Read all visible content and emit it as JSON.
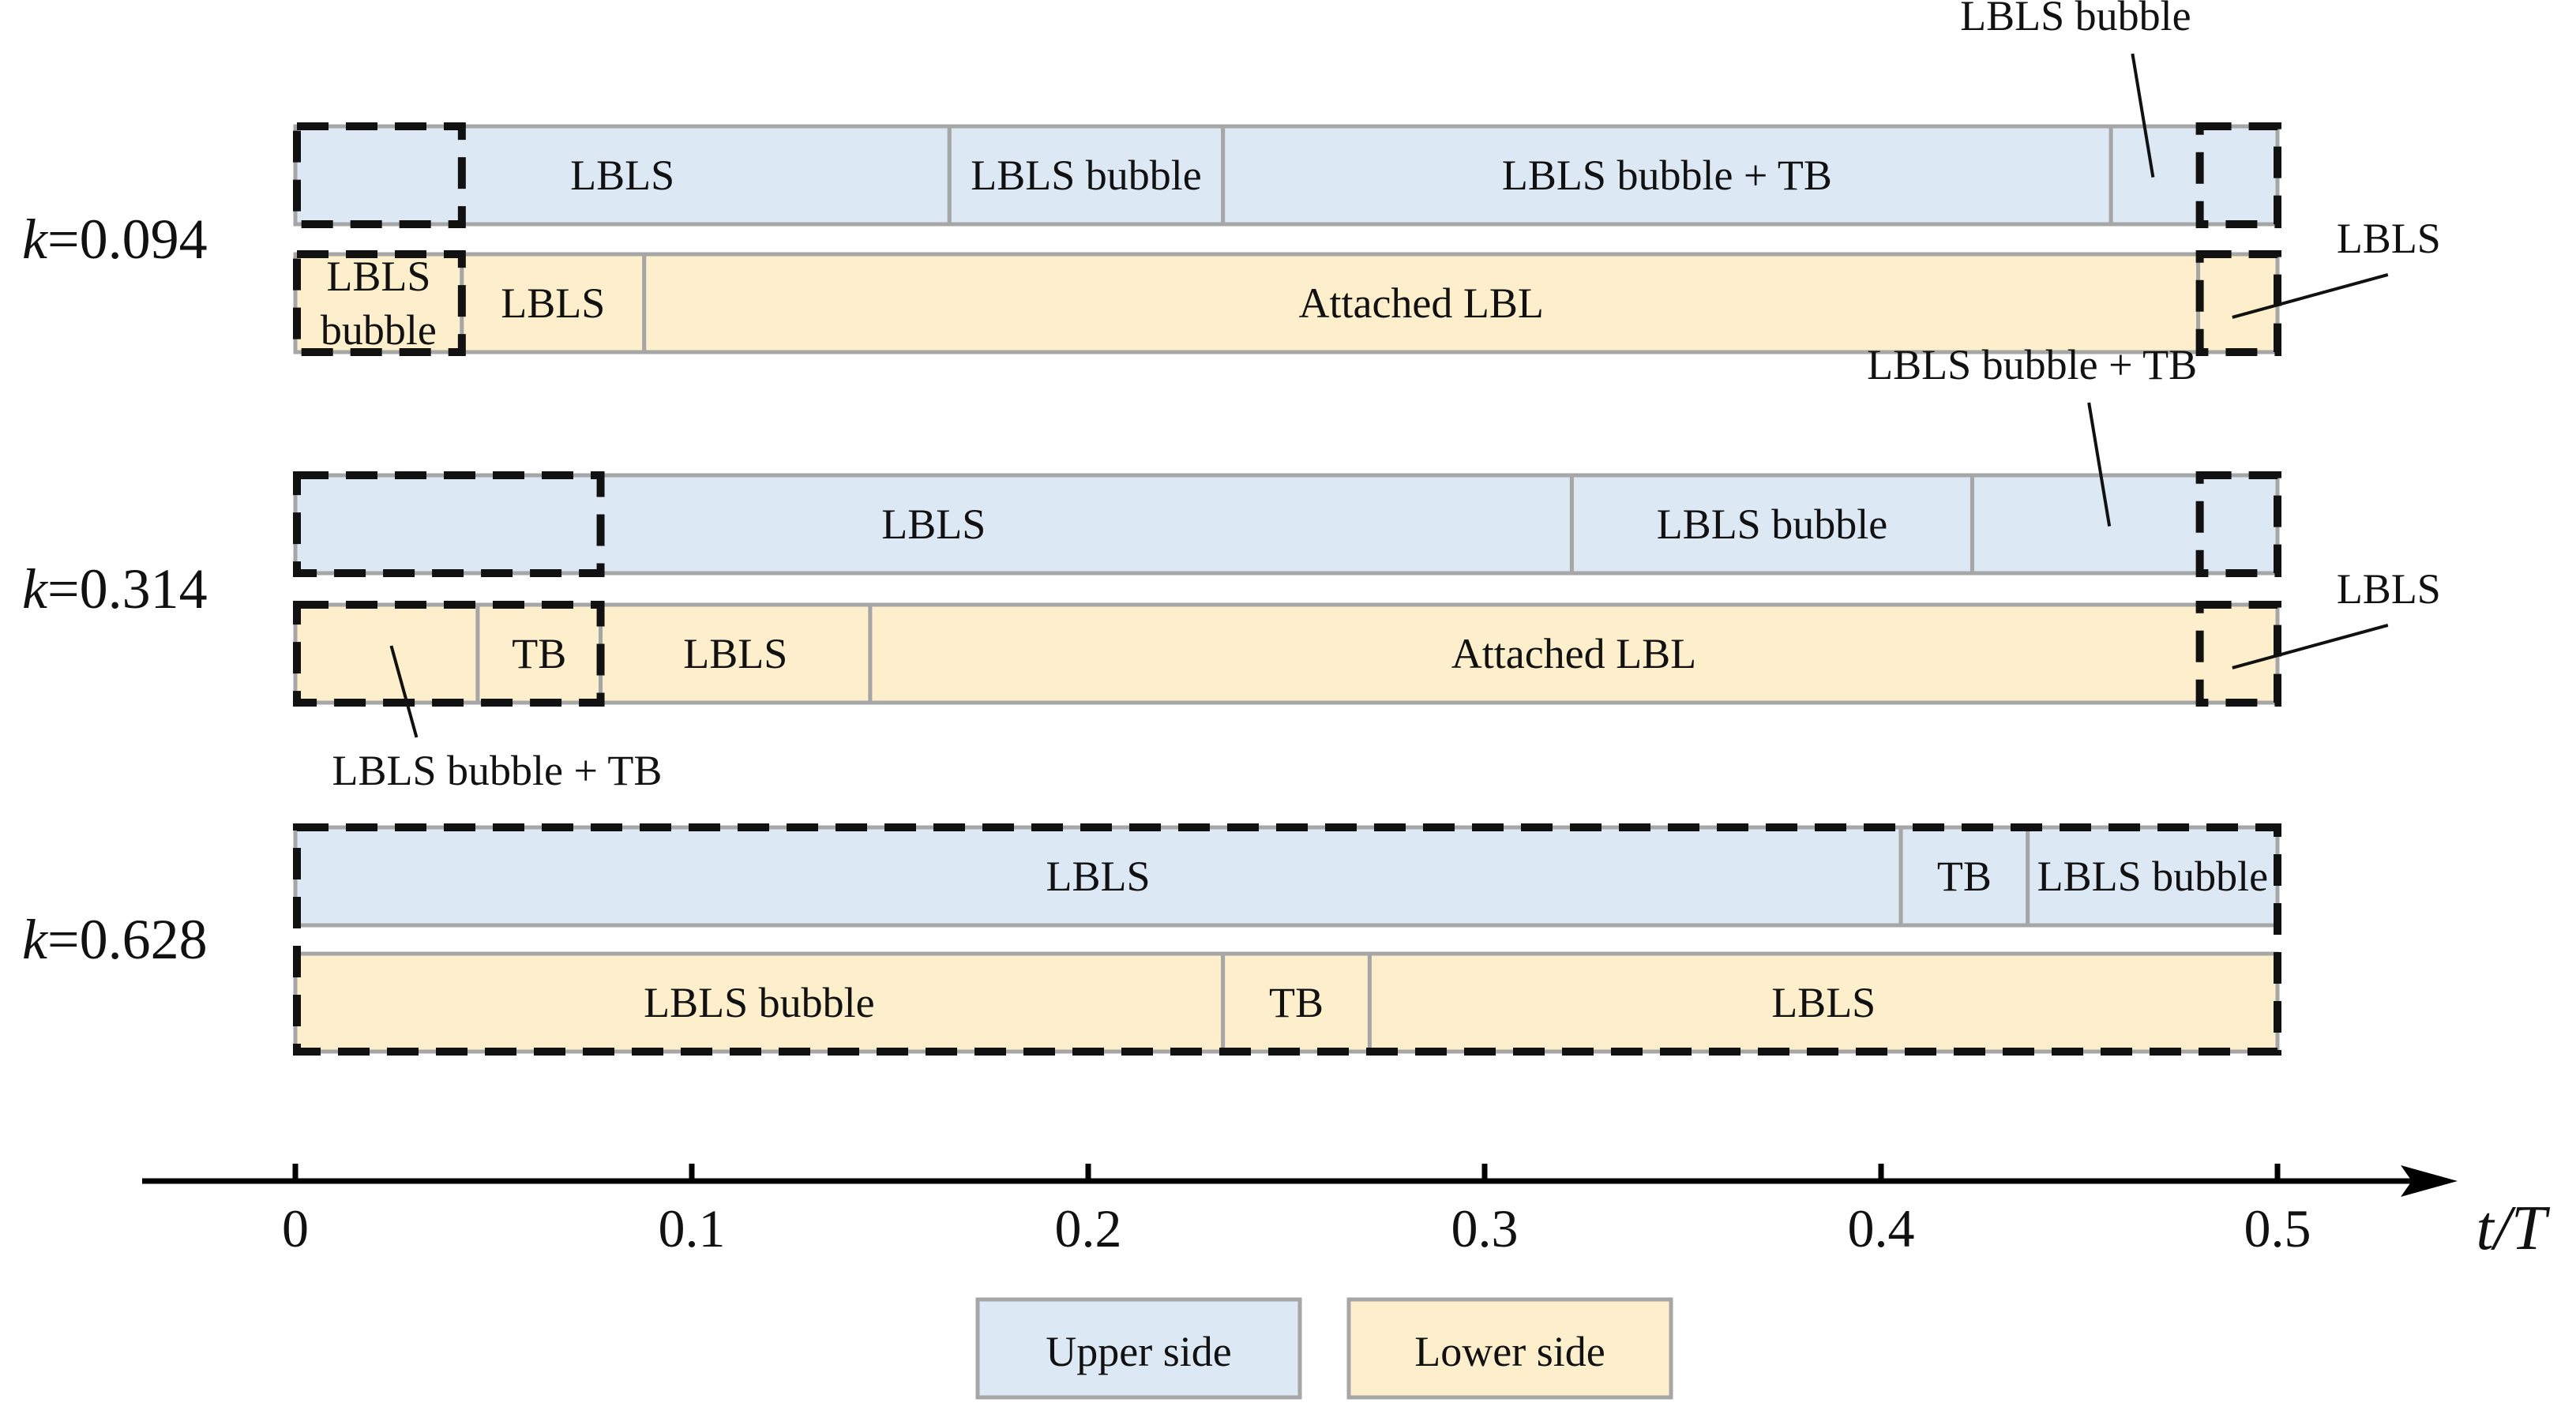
{
  "colors": {
    "upper": "#dde8f5",
    "lower": "#fdefcb",
    "segment_border": "#a6a6a6",
    "dashed_box": "#111111",
    "axis": "#000000"
  },
  "axis": {
    "label": "t/T",
    "range": [
      0,
      0.5
    ],
    "ticks": [
      {
        "value": 0,
        "label": "0"
      },
      {
        "value": 0.1,
        "label": "0.1"
      },
      {
        "value": 0.2,
        "label": "0.2"
      },
      {
        "value": 0.3,
        "label": "0.3"
      },
      {
        "value": 0.4,
        "label": "0.4"
      },
      {
        "value": 0.5,
        "label": "0.5"
      }
    ]
  },
  "rows": [
    {
      "label_var": "k",
      "label_value": "=0.094",
      "upper": [
        {
          "from": 0,
          "to": 0.165,
          "label": "LBLS"
        },
        {
          "from": 0.165,
          "to": 0.234,
          "label": "LBLS bubble"
        },
        {
          "from": 0.234,
          "to": 0.458,
          "label": "LBLS bubble + TB"
        },
        {
          "from": 0.458,
          "to": 0.5,
          "label": ""
        }
      ],
      "lower": [
        {
          "from": 0,
          "to": 0.042,
          "label": "LBLS\nbubble"
        },
        {
          "from": 0.042,
          "to": 0.088,
          "label": "LBLS"
        },
        {
          "from": 0.088,
          "to": 0.48,
          "label": "Attached LBL"
        },
        {
          "from": 0.48,
          "to": 0.5,
          "label": ""
        }
      ],
      "dashed": [
        {
          "side": "upper",
          "from": 0,
          "to": 0.042
        },
        {
          "side": "lower",
          "from": 0,
          "to": 0.042
        },
        {
          "side": "upper",
          "from": 0.48,
          "to": 0.5
        },
        {
          "side": "lower",
          "from": 0.48,
          "to": 0.5
        }
      ],
      "callouts": [
        {
          "side": "upper",
          "at": 0.469,
          "label": "LBLS bubble",
          "position": "above"
        },
        {
          "side": "lower",
          "at": 0.491,
          "label": "LBLS",
          "position": "right"
        }
      ]
    },
    {
      "label_var": "k",
      "label_value": "=0.314",
      "upper": [
        {
          "from": 0,
          "to": 0.322,
          "label": "LBLS"
        },
        {
          "from": 0.322,
          "to": 0.423,
          "label": "LBLS bubble"
        },
        {
          "from": 0.423,
          "to": 0.5,
          "label": ""
        }
      ],
      "lower": [
        {
          "from": 0,
          "to": 0.046,
          "label": ""
        },
        {
          "from": 0.046,
          "to": 0.077,
          "label": "TB"
        },
        {
          "from": 0.077,
          "to": 0.145,
          "label": "LBLS"
        },
        {
          "from": 0.145,
          "to": 0.5,
          "label": "Attached LBL"
        }
      ],
      "dashed": [
        {
          "side": "upper",
          "from": 0,
          "to": 0.077
        },
        {
          "side": "lower",
          "from": 0,
          "to": 0.077
        },
        {
          "side": "upper",
          "from": 0.48,
          "to": 0.5
        },
        {
          "side": "lower",
          "from": 0.48,
          "to": 0.5
        }
      ],
      "callouts": [
        {
          "side": "upper",
          "at": 0.458,
          "label": "LBLS bubble + TB",
          "position": "above"
        },
        {
          "side": "lower",
          "at": 0.491,
          "label": "LBLS",
          "position": "right"
        },
        {
          "side": "lower",
          "at": 0.023,
          "label": "LBLS bubble + TB",
          "position": "below"
        }
      ]
    },
    {
      "label_var": "k",
      "label_value": "=0.628",
      "upper": [
        {
          "from": 0,
          "to": 0.405,
          "label": "LBLS"
        },
        {
          "from": 0.405,
          "to": 0.437,
          "label": "TB"
        },
        {
          "from": 0.437,
          "to": 0.5,
          "label": "LBLS bubble"
        }
      ],
      "lower": [
        {
          "from": 0,
          "to": 0.234,
          "label": "LBLS bubble"
        },
        {
          "from": 0.234,
          "to": 0.271,
          "label": "TB"
        },
        {
          "from": 0.271,
          "to": 0.5,
          "label": "LBLS"
        }
      ],
      "dashed": [
        {
          "side": "both",
          "from": 0,
          "to": 0.5
        }
      ],
      "callouts": []
    }
  ],
  "legend": [
    {
      "label": "Upper side",
      "color": "#dde8f5"
    },
    {
      "label": "Lower side",
      "color": "#fdefcb"
    }
  ]
}
